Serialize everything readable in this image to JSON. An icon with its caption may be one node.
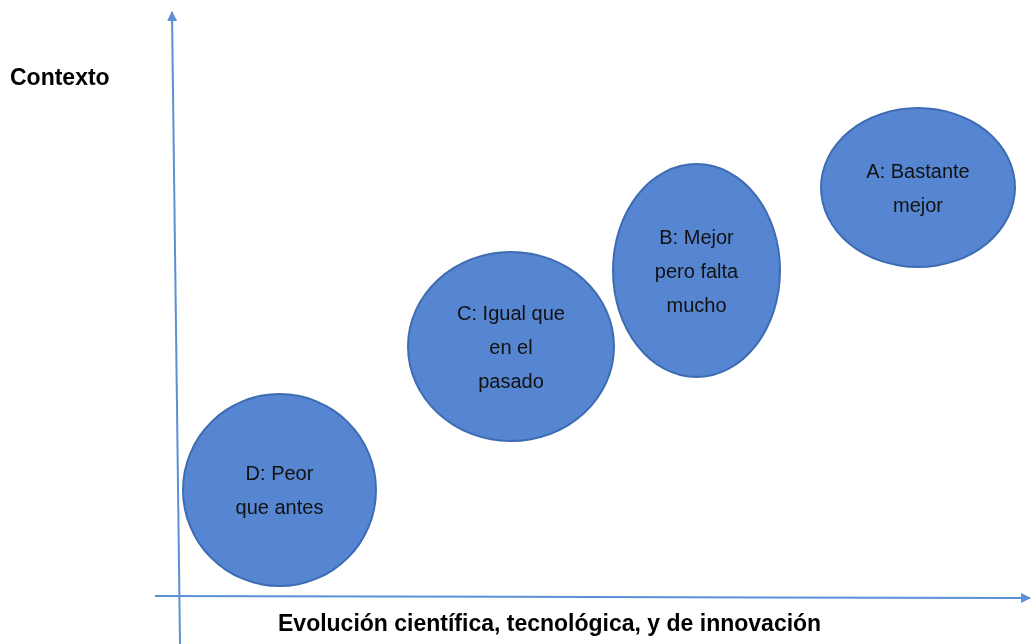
{
  "diagram": {
    "nodes": [
      {
        "text": [
          "A: Bastante mejor"
        ]
      },
      {
        "text": [
          "B: Mejor pero falta mucho"
        ]
      },
      {
        "text": [
          "C: Igual que en el pasado"
        ]
      },
      {
        "text": [
          "D: Peor que antes"
        ]
      }
    ],
    "labels": [
      "Contexto",
      "Evolución científica, tecnológica, y de innovación"
    ]
  }
}
